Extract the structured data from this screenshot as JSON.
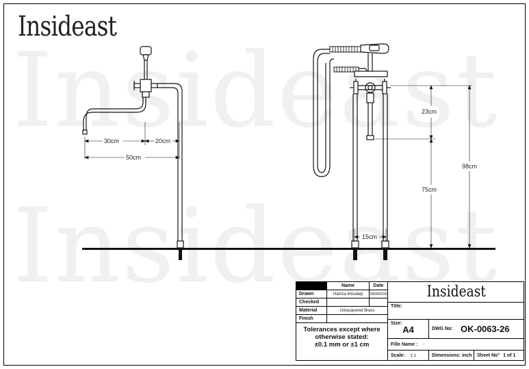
{
  "brand": "Insideast",
  "watermark": "Insideast",
  "dimensions": {
    "d30": "30cm",
    "d20": "20cm",
    "d50": "50cm",
    "d23": "23cm",
    "d75": "75cm",
    "d98": "98cm",
    "d15": "15cm"
  },
  "title_block": {
    "col_name": "Name",
    "col_date": "Date",
    "drawn_label": "Drawn",
    "drawn_name": "Hamza khoulaqi",
    "drawn_date": "28/08/2026",
    "checked_label": "Checked",
    "material_label": "Material",
    "material_value": "Unlacquered Brass",
    "finish_label": "Finish",
    "tolerance_line1": "Tolerances except where",
    "tolerance_line2": "otherwise stated:",
    "tolerance_line3": "±0.1 mm or ±1 cm",
    "brand": "Insideast",
    "title_label": "Title:",
    "size_label": "Size:",
    "size_value": "A4",
    "dwg_label": "DWG No:",
    "dwg_value": "OK-0063-26",
    "file_label": "Fille Name :",
    "file_value": "-",
    "scale_label": "Scale:",
    "scale_value": "1:1",
    "dims_label": "Dimensions: inch",
    "sheet_label": "Sheet No°",
    "sheet_value": "1 of 1"
  }
}
